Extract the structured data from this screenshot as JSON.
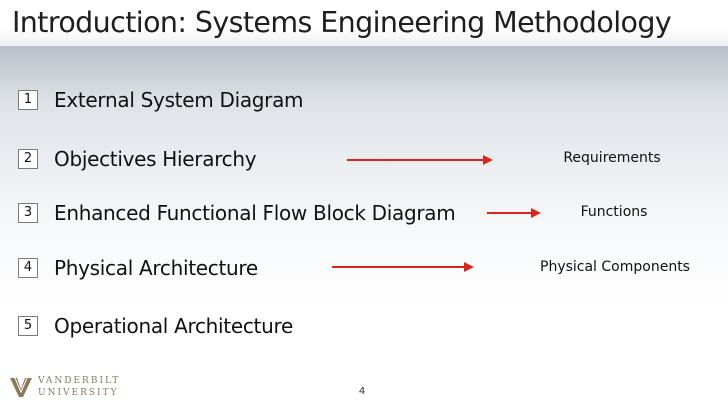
{
  "slide": {
    "title": "Introduction: Systems Engineering Methodology",
    "page_number": "4"
  },
  "items": [
    {
      "number": "1",
      "label": "External System Diagram"
    },
    {
      "number": "2",
      "label": "Objectives Hierarchy",
      "result": "Requirements"
    },
    {
      "number": "3",
      "label": "Enhanced Functional Flow Block Diagram",
      "result": "Functions"
    },
    {
      "number": "4",
      "label": "Physical Architecture",
      "result": "Physical Components"
    },
    {
      "number": "5",
      "label": "Operational Architecture"
    }
  ],
  "logo": {
    "line1": "VANDERBILT",
    "line2": "UNIVERSITY"
  },
  "colors": {
    "arrow": "#d9261c",
    "logo": "#8a7a5c"
  }
}
